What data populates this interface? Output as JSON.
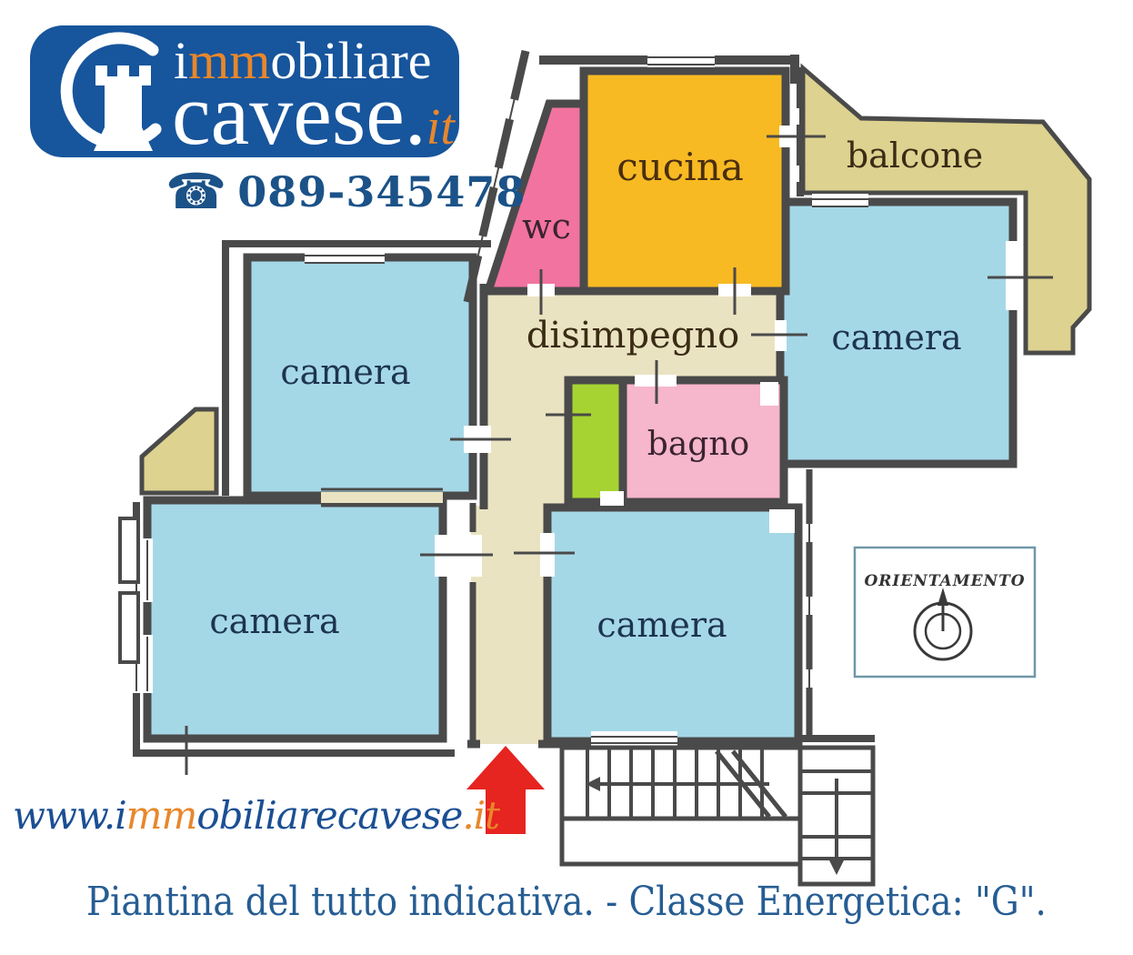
{
  "brand": {
    "name_line1": {
      "i": "i",
      "mm": "mm",
      "rest": "obiliare"
    },
    "name_line2": {
      "main": "cavese",
      "dot": ".",
      "tld": "it"
    },
    "phone": "089-345478"
  },
  "website": {
    "p1": "www.i",
    "p2": "mm",
    "p3": "obiliarecavese",
    "p4": ".it"
  },
  "caption": "Piantina del tutto indicativa. - Classe Energetica: \"G\".",
  "orientation": {
    "title": "ORIENTAMENTO"
  },
  "rooms": {
    "camera_tl": {
      "label": "camera",
      "fill": "#a5d8e7",
      "label_color": "#1d3450"
    },
    "camera_tr": {
      "label": "camera",
      "fill": "#a5d8e7",
      "label_color": "#1d3450"
    },
    "camera_bl": {
      "label": "camera",
      "fill": "#a5d8e7",
      "label_color": "#1d3450"
    },
    "camera_bm": {
      "label": "camera",
      "fill": "#a5d8e7",
      "label_color": "#1d3450"
    },
    "cucina": {
      "label": "cucina",
      "fill": "#f8ba22",
      "label_color": "#4a2e10"
    },
    "wc": {
      "label": "wc",
      "fill": "#f2739f",
      "label_color": "#3a2430"
    },
    "bagno": {
      "label": "bagno",
      "fill": "#f6b6cb",
      "label_color": "#3a2430"
    },
    "balcone": {
      "label": "balcone",
      "fill": "#ddd28f",
      "label_color": "#3a2c14"
    },
    "disimpegno": {
      "label": "disimpegno",
      "fill": "#eae3c2",
      "label_color": "#3a2c14"
    },
    "ripostiglio": {
      "label": "",
      "fill": "#a6d332"
    },
    "balcony_left": {
      "label": "",
      "fill": "#ddd28f"
    }
  },
  "colors": {
    "wall": "#4a4a4a",
    "logo_blue": "#17559c",
    "brand_orange": "#e8872b",
    "navy_text": "#1b4f93",
    "entrance_arrow_red": "#e62420",
    "orientation_border": "#7097a8",
    "compass_stroke": "#3a3a3a"
  }
}
